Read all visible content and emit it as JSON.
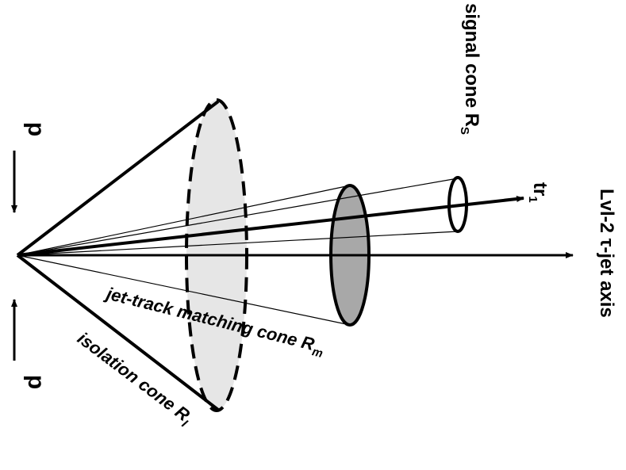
{
  "labels": {
    "beam_top": "p",
    "beam_bottom": "p",
    "axis": "Lvl-2 τ-jet axis",
    "track": "tr",
    "track_sub": "1",
    "signal_cone": "signal cone R",
    "signal_cone_sub": "S",
    "matching_cone": "jet-track matching cone R",
    "matching_cone_sub": "m",
    "isolation_cone": "isolation cone R",
    "isolation_cone_sub": "I"
  },
  "colors": {
    "isolation_fill": "#e6e6e6",
    "matching_fill": "#a8a8a8",
    "ink": "#000000"
  }
}
